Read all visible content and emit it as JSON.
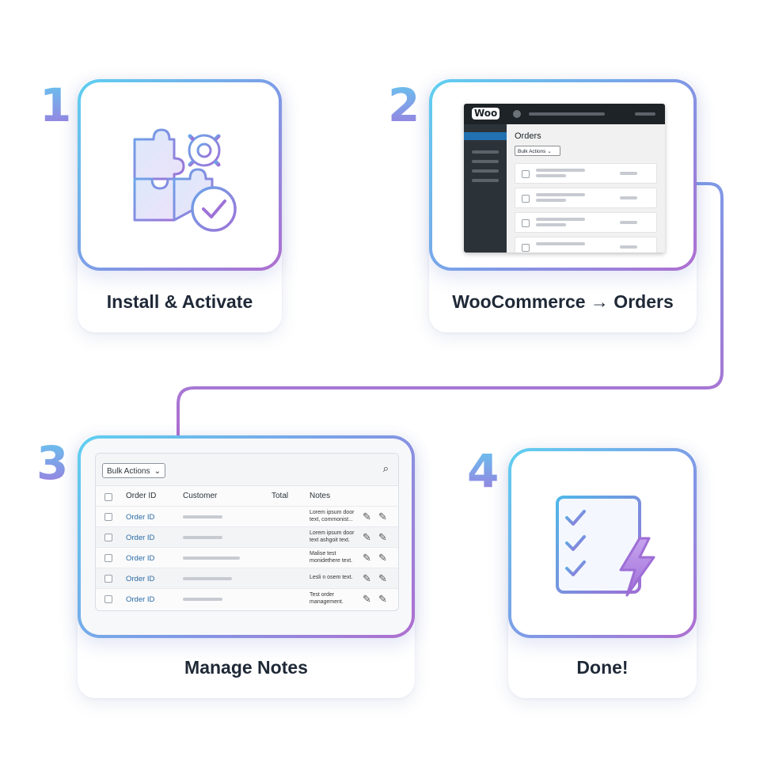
{
  "steps": [
    {
      "number": "1",
      "label": "Install & Activate",
      "icon": "puzzle-gear-check-icon"
    },
    {
      "number": "2",
      "label": "WooCommerce → Orders",
      "icon": "woocommerce-admin-screenshot"
    },
    {
      "number": "3",
      "label": "Manage Notes",
      "icon": "orders-table"
    },
    {
      "number": "4",
      "label": "Done!",
      "icon": "checklist-lightning-icon"
    }
  ],
  "admin_screen": {
    "logo": "Woo",
    "page_title": "Orders",
    "bulk_select": "Bulk Actions"
  },
  "orders_table": {
    "bulk_select": "Bulk Actions",
    "columns": [
      "Order ID",
      "Customer",
      "Total",
      "Notes"
    ],
    "rows": [
      {
        "id": "Order ID",
        "note": "Lorem ipsum door text, commonist..."
      },
      {
        "id": "Order ID",
        "note": "Lorem ipsum door text ashgoit text."
      },
      {
        "id": "Order ID",
        "note": "Malise test monidethere text."
      },
      {
        "id": "Order ID",
        "note": "Lesli n osem text."
      },
      {
        "id": "Order ID",
        "note": "Test order management."
      }
    ]
  },
  "colors": {
    "gradient_start": "#5fd0f0",
    "gradient_mid": "#7f9ae6",
    "gradient_end": "#b06ed0",
    "link": "#2a6aa3"
  }
}
